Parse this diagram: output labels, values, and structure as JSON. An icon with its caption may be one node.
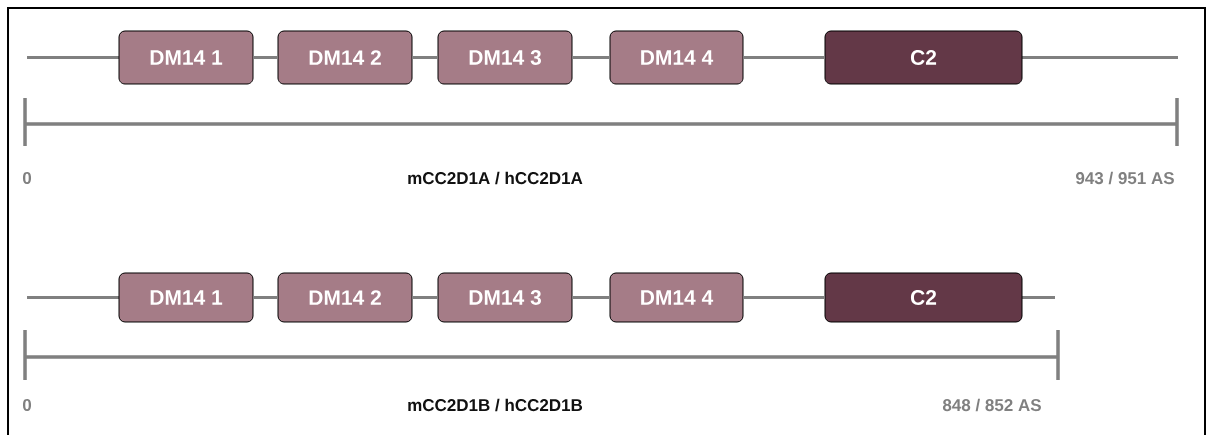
{
  "diagram": {
    "nodes": [
      {
        "text": [
          "DM14 1"
        ]
      },
      {
        "text": [
          "DM14 2"
        ]
      },
      {
        "text": [
          "DM14 3"
        ]
      },
      {
        "text": [
          "DM14 4"
        ]
      },
      {
        "text": [
          "C2"
        ]
      },
      {
        "text": [
          "DM14 1"
        ]
      },
      {
        "text": [
          "DM14 2"
        ]
      },
      {
        "text": [
          "DM14 3"
        ]
      },
      {
        "text": [
          "DM14 4"
        ]
      },
      {
        "text": [
          "C2"
        ]
      }
    ],
    "edges": [
      {
        "from": 0,
        "to": 1,
        "arrow": "none"
      },
      {
        "from": 1,
        "to": 2,
        "arrow": "none"
      },
      {
        "from": 2,
        "to": 3,
        "arrow": "none"
      },
      {
        "from": 3,
        "to": 4,
        "arrow": "none"
      },
      {
        "from": 5,
        "to": 6,
        "arrow": "none"
      },
      {
        "from": 6,
        "to": 7,
        "arrow": "none"
      },
      {
        "from": 7,
        "to": 8,
        "arrow": "none"
      },
      {
        "from": 8,
        "to": 9,
        "arrow": "none"
      }
    ],
    "labels": [
      "0",
      "mCC2D1A / hCC2D1A",
      "943 / 951 AS",
      "0",
      "mCC2D1B / hCC2D1B",
      "848 / 852 AS"
    ]
  }
}
